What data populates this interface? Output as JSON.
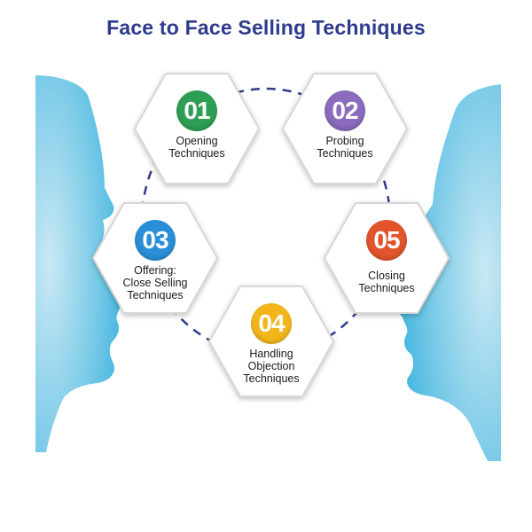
{
  "title": "Face to Face Selling Techniques",
  "colors": {
    "title": "#2e3a8c",
    "face_light": "#bfe4f1",
    "face_dark": "#3ab3dd",
    "connector": "#2e3a8c"
  },
  "steps": [
    {
      "number": "01",
      "label": "Opening\nTechniques",
      "color": "#2f9e55"
    },
    {
      "number": "02",
      "label": "Probing\nTechniques",
      "color": "#8a6bbd"
    },
    {
      "number": "03",
      "label": "Offering:\nClose Selling\nTechniques",
      "color": "#2a8fd6"
    },
    {
      "number": "04",
      "label": "Handling\nObjection\nTechniques",
      "color": "#f2b61c"
    },
    {
      "number": "05",
      "label": "Closing\nTechniques",
      "color": "#e2542b"
    }
  ]
}
